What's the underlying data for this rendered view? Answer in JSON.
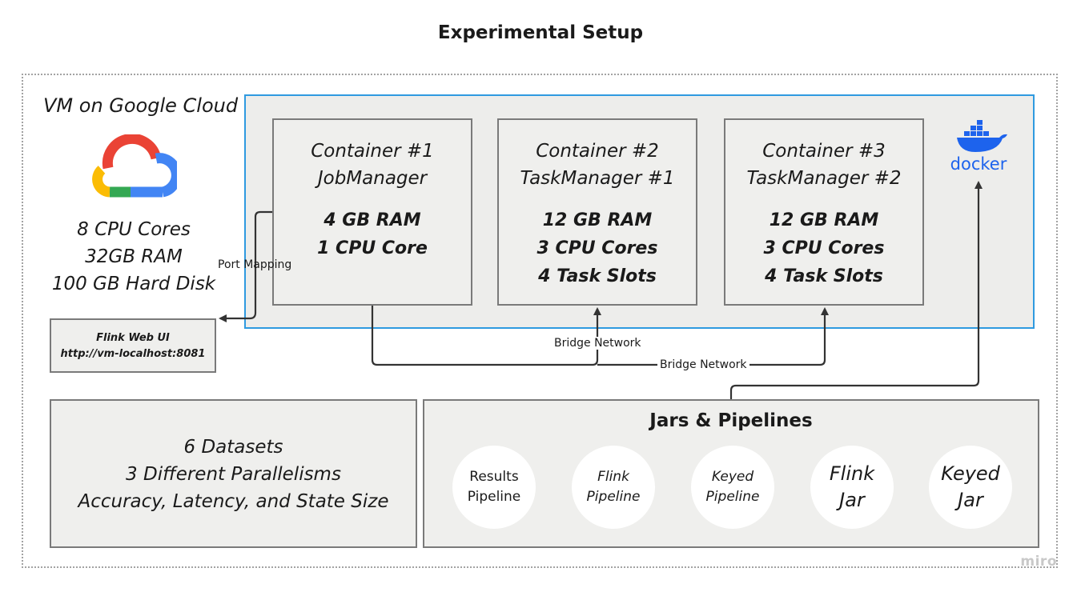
{
  "title": "Experimental Setup",
  "vm": {
    "label": "VM on Google Cloud",
    "logo_icon": "google-cloud-icon",
    "specs": [
      "8 CPU Cores",
      "32GB RAM",
      "100 GB Hard Disk"
    ]
  },
  "docker": {
    "logo_text": "docker",
    "logo_icon": "docker-whale-icon",
    "brand_color": "#1d63ed"
  },
  "containers": [
    {
      "name": "Container #1",
      "role": "JobManager",
      "specs": [
        "4 GB RAM",
        "1 CPU Core"
      ]
    },
    {
      "name": "Container #2",
      "role": "TaskManager #1",
      "specs": [
        "12 GB RAM",
        "3 CPU Cores",
        "4 Task Slots"
      ]
    },
    {
      "name": "Container #3",
      "role": "TaskManager #2",
      "specs": [
        "12 GB RAM",
        "3 CPU Cores",
        "4 Task Slots"
      ]
    }
  ],
  "web_ui": {
    "title": "Flink Web UI",
    "url": "http://vm-localhost:8081"
  },
  "connectors": {
    "port_mapping": "Port Mapping",
    "bridge_network_1": "Bridge Network",
    "bridge_network_2": "Bridge Network"
  },
  "datasets_box": [
    "6 Datasets",
    "3 Different Parallelisms",
    "Accuracy, Latency, and State Size"
  ],
  "jars": {
    "title": "Jars & Pipelines",
    "items": [
      {
        "lines": [
          "Results",
          "Pipeline"
        ]
      },
      {
        "lines": [
          "Flink",
          "Pipeline"
        ]
      },
      {
        "lines": [
          "Keyed",
          "Pipeline"
        ]
      },
      {
        "lines": [
          "Flink",
          "Jar"
        ]
      },
      {
        "lines": [
          "Keyed",
          "Jar"
        ]
      }
    ]
  },
  "watermark": "miro",
  "colors": {
    "docker_frame": "#2f9ae0",
    "box_fill": "#efefed",
    "box_border": "#7a7a7a",
    "connector": "#333333"
  }
}
